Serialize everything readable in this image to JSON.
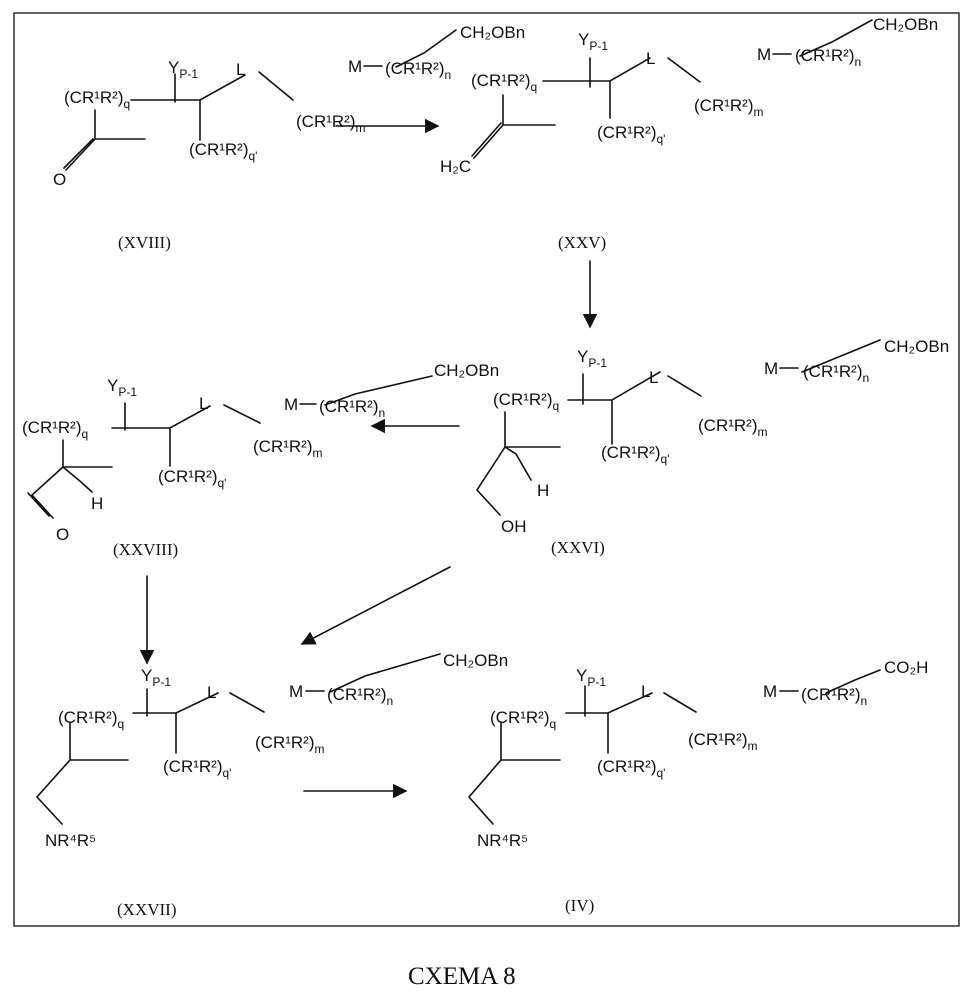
{
  "scheme_title": "CXEMA 8",
  "groups": {
    "cr": "(CR¹R²)",
    "sub_q": "q",
    "sub_qp": "q'",
    "sub_m": "m",
    "sub_n": "n",
    "y": "Y",
    "y_sub": "P-1",
    "l": "L",
    "m_link": "M",
    "ch2obn": "CH₂OBn",
    "co2h": "CO₂H",
    "o": "O",
    "h2c": "H₂C",
    "h": "H",
    "oh": "OH",
    "nr4r5": "NR⁴R⁵"
  },
  "compounds": [
    {
      "id": "XVIII",
      "label": "(XVIII)"
    },
    {
      "id": "XXV",
      "label": "(XXV)"
    },
    {
      "id": "XXVI",
      "label": "(XXVI)"
    },
    {
      "id": "XXVIII",
      "label": "(XXVIII)"
    },
    {
      "id": "XXVII",
      "label": "(XXVII)"
    },
    {
      "id": "IV",
      "label": "(IV)"
    }
  ],
  "arrows": [
    {
      "from": "XVIII",
      "to": "XXV"
    },
    {
      "from": "XXV",
      "to": "XXVI"
    },
    {
      "from": "XXVI",
      "to": "XXVIII"
    },
    {
      "from": "XXVI",
      "to": "XXVII"
    },
    {
      "from": "XXVIII",
      "to": "XXVII"
    },
    {
      "from": "XXVII",
      "to": "IV"
    }
  ]
}
